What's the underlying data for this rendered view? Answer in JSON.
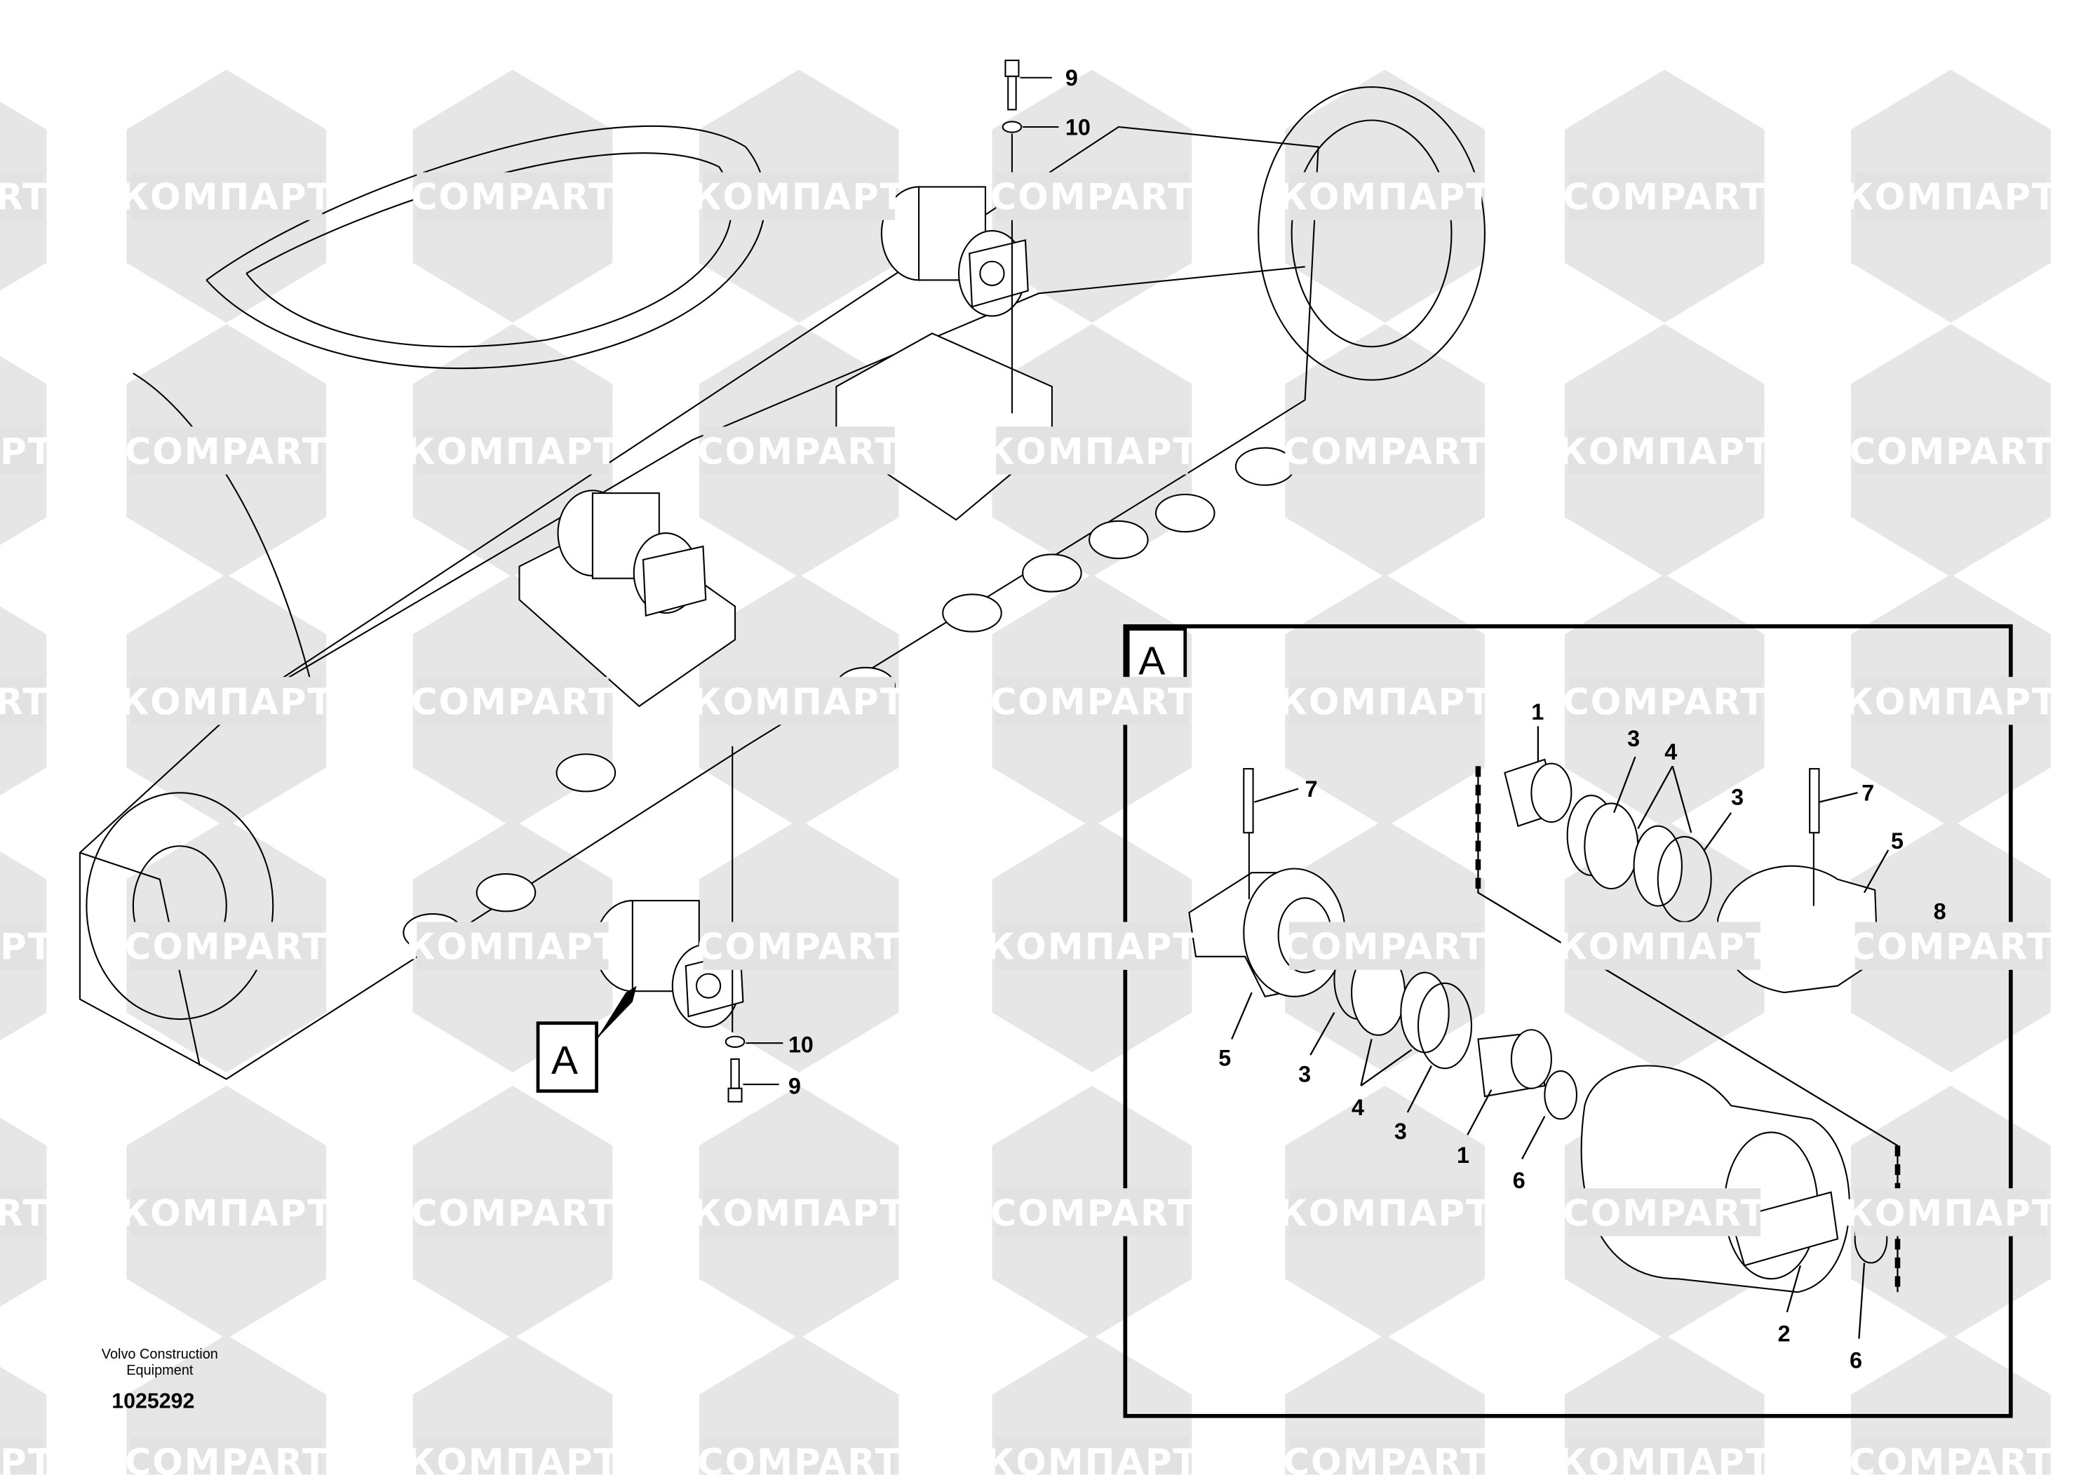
{
  "watermark": {
    "latin": "COMPART",
    "cyrillic": "КОМПАРТ"
  },
  "main_view": {
    "callouts": {
      "top_bolt": "9",
      "top_washer": "10",
      "bottom_washer": "10",
      "bottom_bolt": "9"
    },
    "detail_ref": "A"
  },
  "detail_view": {
    "label": "A",
    "callouts": [
      "1",
      "3",
      "4",
      "3",
      "7",
      "7",
      "5",
      "8",
      "5",
      "3",
      "4",
      "3",
      "1",
      "6",
      "2",
      "6"
    ]
  },
  "footer": {
    "company_line1": "Volvo Construction",
    "company_line2": "Equipment",
    "drawing_number": "1025292"
  }
}
